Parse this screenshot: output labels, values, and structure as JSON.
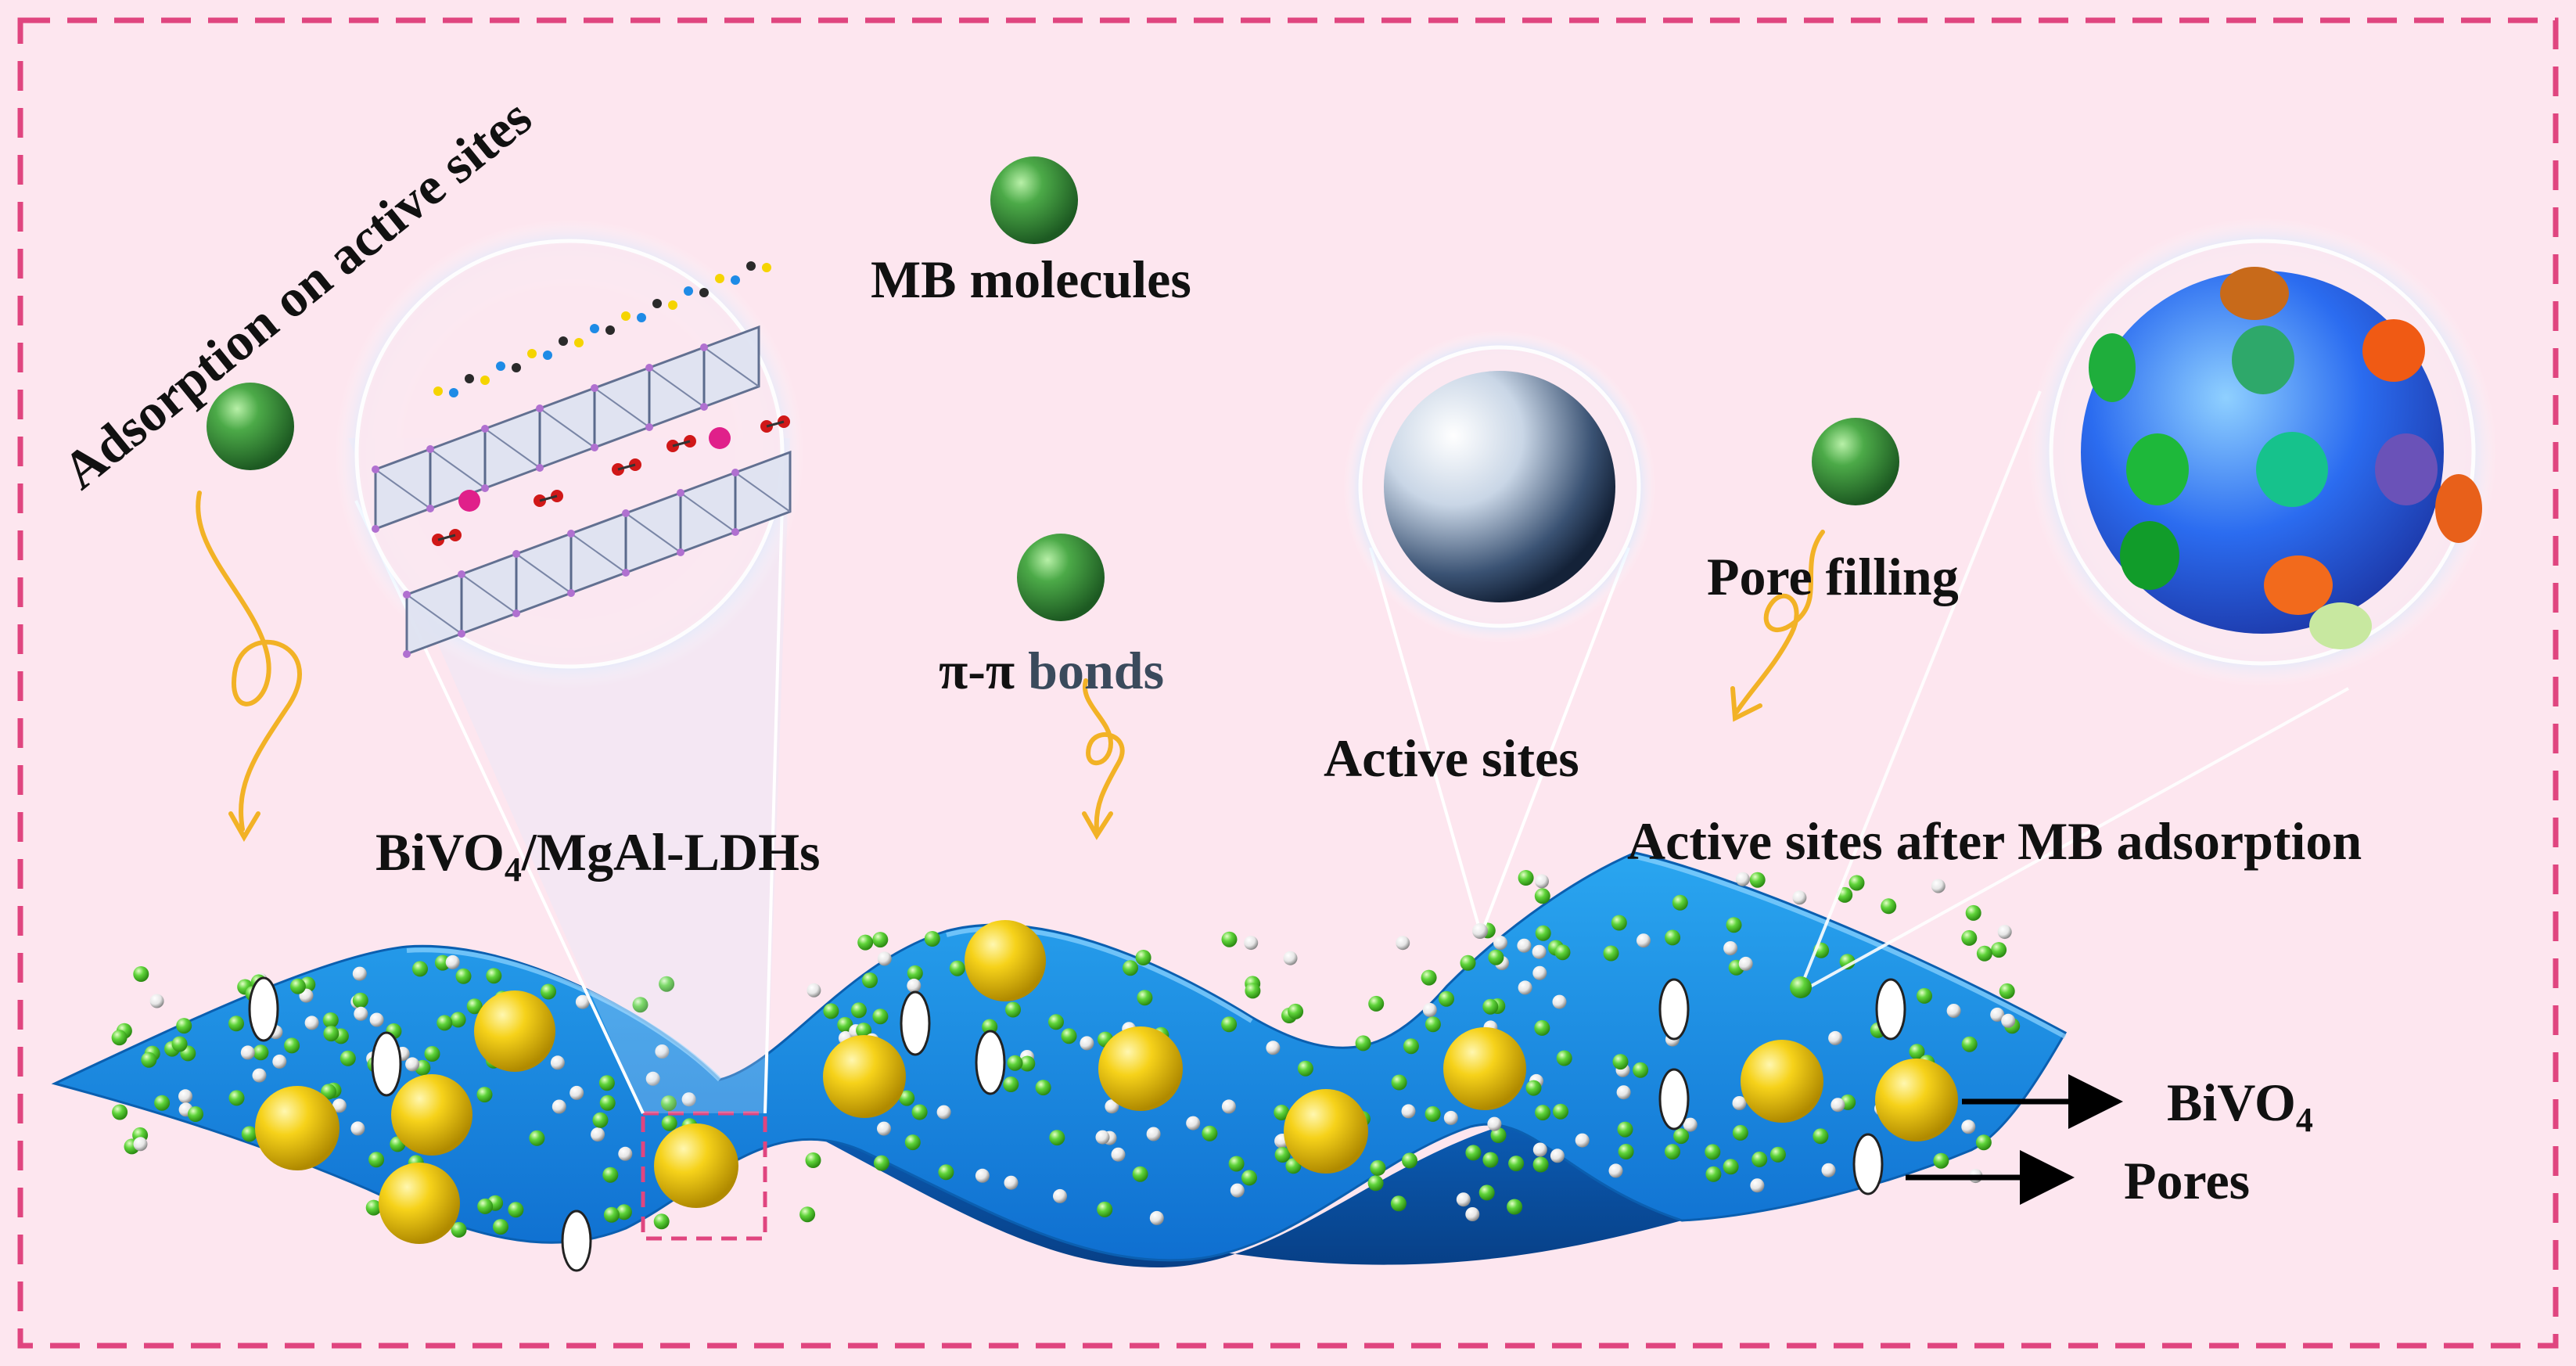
{
  "labels": {
    "adsorption": "Adsorption on active sites",
    "mb_molecules": "MB molecules",
    "pi_bonds_prefix": "π-π",
    "pi_bonds_suffix": "bonds",
    "pore_filling": "Pore filling",
    "active_sites": "Active sites",
    "active_after": "Active sites after MB adsorption",
    "composite_prefix": "BiVO",
    "composite_sub": "4",
    "composite_suffix": "/MgAl-LDHs",
    "bivo4_prefix": "BiVO",
    "bivo4_sub": "4",
    "pores": "Pores"
  },
  "colors": {
    "background": "#fde6ef",
    "dashed_border": "#e0457f",
    "sheet": "#1e8ee6",
    "mb_green": "#2f8a35",
    "arrow_orange": "#f2b226",
    "bivo4_gold": "#f3cc14"
  }
}
